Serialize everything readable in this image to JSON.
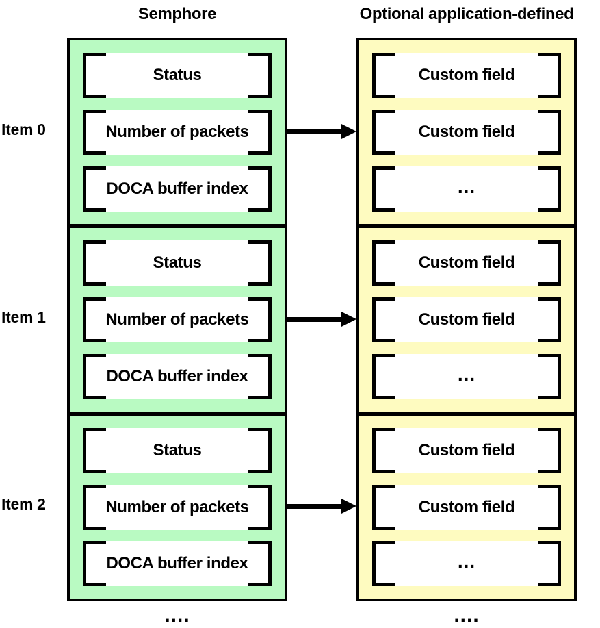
{
  "diagram": {
    "columns": [
      {
        "id": "semaphore",
        "header": "Semphore",
        "accent_color": "#b9fac2",
        "continuation": "...."
      },
      {
        "id": "app-defined",
        "header": "Optional application-defined",
        "accent_color": "#fefbc0",
        "continuation": "...."
      }
    ],
    "rows": [
      {
        "label": "Item 0",
        "semaphore_fields": [
          "Status",
          "Number of packets",
          "DOCA buffer index"
        ],
        "custom_fields": [
          "Custom field",
          "Custom field",
          "..."
        ],
        "arrow": "arrow-right-icon"
      },
      {
        "label": "Item 1",
        "semaphore_fields": [
          "Status",
          "Number of packets",
          "DOCA buffer index"
        ],
        "custom_fields": [
          "Custom field",
          "Custom field",
          "..."
        ],
        "arrow": "arrow-right-icon"
      },
      {
        "label": "Item 2",
        "semaphore_fields": [
          "Status",
          "Number of packets",
          "DOCA buffer index"
        ],
        "custom_fields": [
          "Custom field",
          "Custom field",
          "..."
        ],
        "arrow": "arrow-right-icon"
      }
    ],
    "colors": {
      "semaphore_fill": "#b9fac2",
      "custom_fill": "#fefbc0",
      "stroke": "#000000",
      "field_fill": "#ffffff",
      "background": "#ffffff"
    }
  }
}
